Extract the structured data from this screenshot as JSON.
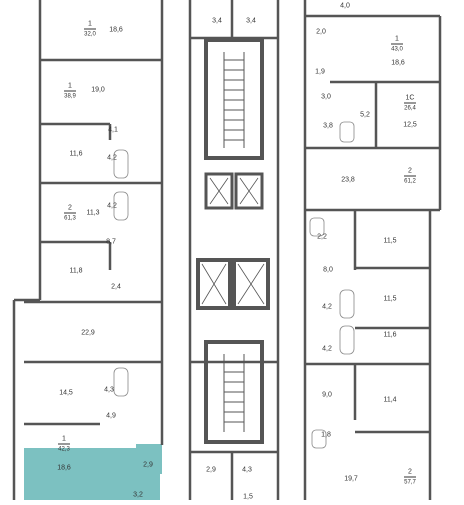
{
  "plan": {
    "colors": {
      "wall": "#555555",
      "highlight": "#7cc1c1",
      "fixture": "#888888",
      "bg": "#ffffff"
    },
    "apartments": [
      {
        "id": "a1",
        "rooms": "1",
        "area": "32,0"
      },
      {
        "id": "a2",
        "rooms": "1",
        "area": "38,9"
      },
      {
        "id": "a3",
        "rooms": "2",
        "area": "61,3"
      },
      {
        "id": "a4",
        "rooms": "1",
        "area": "42,3"
      },
      {
        "id": "a5",
        "rooms": "1",
        "area": "43,0"
      },
      {
        "id": "a6",
        "rooms": "1С",
        "area": "26,4"
      },
      {
        "id": "a7",
        "rooms": "2",
        "area": "61,2"
      },
      {
        "id": "a8",
        "rooms": "2",
        "area": "57,7"
      }
    ],
    "room_areas": [
      "18,6",
      "19,0",
      "4,1",
      "11,6",
      "4,2",
      "4,2",
      "11,3",
      "8,7",
      "11,8",
      "2,4",
      "22,9",
      "14,5",
      "4,3",
      "4,9",
      "18,6",
      "2,9",
      "3,2",
      "3,4",
      "3,4",
      "2,9",
      "4,3",
      "1,5",
      "4,0",
      "2,0",
      "18,6",
      "1,9",
      "3,0",
      "3,8",
      "5,2",
      "12,5",
      "23,8",
      "2,2",
      "11,5",
      "8,0",
      "11,5",
      "4,2",
      "4,2",
      "11,6",
      "9,0",
      "11,4",
      "1,8",
      "19,7"
    ]
  }
}
